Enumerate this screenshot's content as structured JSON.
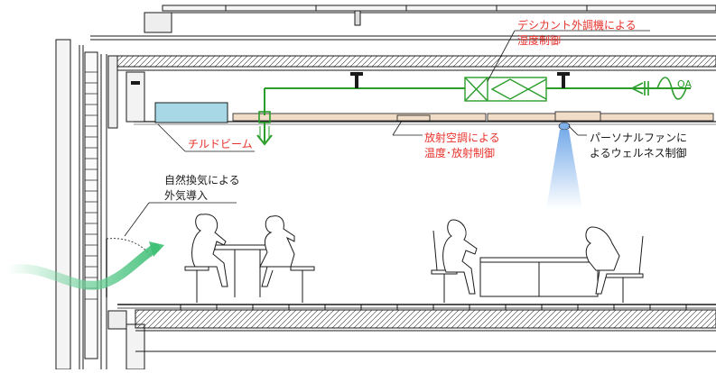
{
  "labels": {
    "desiccant_line1": "デシカント外調機による",
    "desiccant_line2": "湿度制御",
    "chilled_beam": "チルドビーム",
    "radiant_line1": "放射空調による",
    "radiant_line2": "温度･放射制御",
    "personal_fan_line1": "パーソナルファンに",
    "personal_fan_line2": "よるウェルネス制御",
    "natural_vent_line1": "自然換気による",
    "natural_vent_line2": "外気導入",
    "oa": "OA"
  },
  "colors": {
    "label_red": "#e8302a",
    "duct_green": "#2a9d2a",
    "beam_blue": "#a8d8e6",
    "panel_tan": "#f1dcc7",
    "airflow_green": "#6fd09a",
    "fan_blue": "#7fb0e8",
    "line": "#1a1a1a"
  }
}
